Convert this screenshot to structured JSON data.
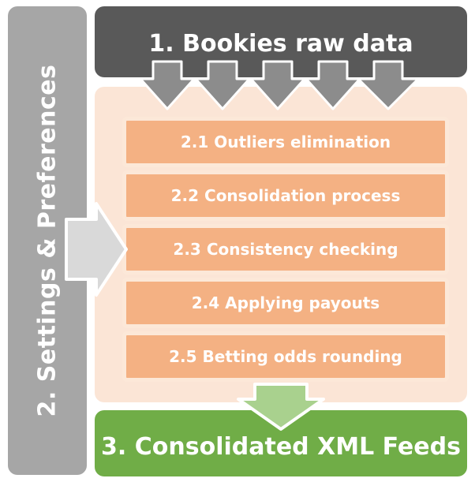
{
  "sidebar": {
    "label": "2. Settings & Preferences"
  },
  "top_box": {
    "label": "1. Bookies raw data"
  },
  "steps": [
    {
      "label": "2.1 Outliers elimination"
    },
    {
      "label": "2.2 Consolidation process"
    },
    {
      "label": "2.3 Consistency checking"
    },
    {
      "label": "2.4 Applying payouts"
    },
    {
      "label": "2.5 Betting odds rounding"
    }
  ],
  "bottom_box": {
    "label": "3. Consolidated XML Feeds"
  },
  "colors": {
    "sidebar": "#a6a6a6",
    "top_box": "#595959",
    "panel": "#fbe5d6",
    "step": "#f4b183",
    "bottom_box": "#70ad47",
    "down_arrows": "#8c8c8c",
    "right_arrow": "#d9d9d9",
    "green_arrow": "#a9d18e"
  }
}
